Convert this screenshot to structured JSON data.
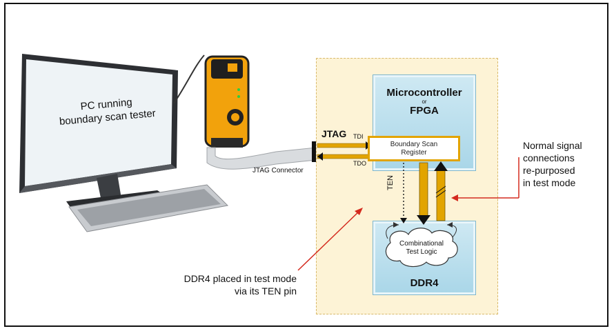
{
  "pc": {
    "line1": "PC running",
    "line2": "boundary scan tester"
  },
  "connector_label": "JTAG Connector",
  "jtag_label": "JTAG",
  "tdi_label": "TDI",
  "tdo_label": "TDO",
  "mcu": {
    "line1": "Microcontroller",
    "line2": "or",
    "line3": "FPGA"
  },
  "bsr": {
    "line1": "Boundary Scan",
    "line2": "Register"
  },
  "ten_label": "TEN",
  "logic": {
    "line1": "Combinational",
    "line2": "Test Logic"
  },
  "ddr4_label": "DDR4",
  "callout_left": {
    "line1": "DDR4 placed in test mode",
    "line2": "via its TEN pin"
  },
  "callout_right": {
    "line1": "Normal signal",
    "line2": "connections",
    "line3": "re-purposed",
    "line4": "in test mode"
  },
  "colors": {
    "board": "#fdf3d6",
    "chip": "#b7dcea",
    "bus": "#e2a400",
    "callout": "#d42a1e",
    "tester": "#f2a20c"
  }
}
